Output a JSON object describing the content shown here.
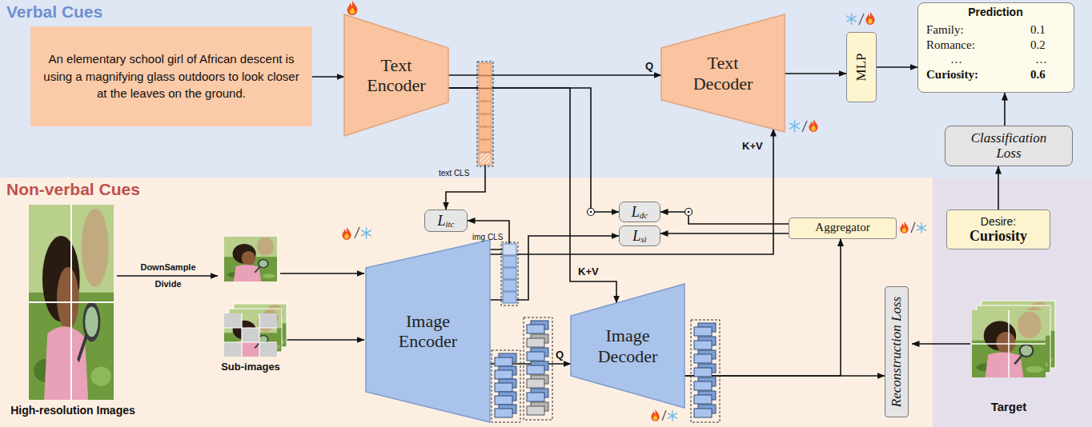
{
  "diagram": {
    "nodes": [
      {
        "text": [
          "Verbal Cues"
        ]
      },
      {
        "text": [
          "An elementary school girl of African descent is using a magnifying glass outdoors to look closer at the leaves on the ground."
        ],
        "in": 0
      },
      {
        "text": [
          "Text Encoder"
        ],
        "in": 0
      },
      {
        "text": [
          "Text Decoder"
        ],
        "in": 0
      },
      {
        "text": [
          "MLP"
        ],
        "in": 0
      },
      {
        "text": [
          "Prediction",
          "Family:",
          "0.1",
          "Romance:",
          "0.2",
          "…",
          "…",
          "Curiosity:",
          "0.6"
        ],
        "in": 0
      },
      {
        "text": [
          "Classification Loss"
        ],
        "in": 0
      },
      {
        "text": [
          "Non-verbal Cues"
        ]
      },
      {
        "text": [
          "L",
          "itc"
        ],
        "in": 7
      },
      {
        "text": [
          "L",
          "dc"
        ],
        "in": 7
      },
      {
        "text": [
          "L",
          "si"
        ],
        "in": 7
      },
      {
        "text": [
          "Image Encoder"
        ],
        "in": 7
      },
      {
        "text": [
          "Image Decoder"
        ],
        "in": 7
      },
      {
        "text": [
          "Aggregator"
        ],
        "in": 7
      },
      {
        "text": [
          "Reconstruction Loss"
        ],
        "in": 7
      },
      {
        "text": [
          "Desire:",
          "Curiosity"
        ]
      }
    ],
    "edges": [
      {
        "from": 1,
        "to": 2,
        "arrow": "to"
      },
      {
        "from": 2,
        "to": 3,
        "arrow": "to",
        "label": "Q"
      },
      {
        "from": 3,
        "to": 4,
        "arrow": "to"
      },
      {
        "from": 4,
        "to": 5,
        "arrow": "to"
      },
      {
        "from": 6,
        "to": 5,
        "arrow": "to"
      },
      {
        "from": 15,
        "to": 6,
        "arrow": "to"
      },
      {
        "from": 2,
        "to": 8,
        "arrow": "to"
      },
      {
        "from": 11,
        "to": 8,
        "arrow": "to"
      },
      {
        "from": 2,
        "to": 9,
        "arrow": "to"
      },
      {
        "from": 13,
        "to": 9,
        "arrow": "to"
      },
      {
        "from": 2,
        "to": 12,
        "arrow": "to",
        "label": "K+V"
      },
      {
        "from": 11,
        "to": 10,
        "arrow": "to"
      },
      {
        "from": 13,
        "to": 10,
        "arrow": "to"
      },
      {
        "from": 11,
        "to": 3,
        "arrow": "to",
        "label": "K+V"
      },
      {
        "from": 11,
        "to": 12,
        "arrow": "to",
        "label": "Q"
      },
      {
        "from": 12,
        "to": 13,
        "arrow": "to"
      },
      {
        "from": 12,
        "to": 14,
        "arrow": "to"
      }
    ],
    "labels": [
      "text CLS",
      "img CLS",
      "DownSample",
      "Divide",
      "High-resolution Images",
      "Sub-images",
      "Target"
    ]
  }
}
